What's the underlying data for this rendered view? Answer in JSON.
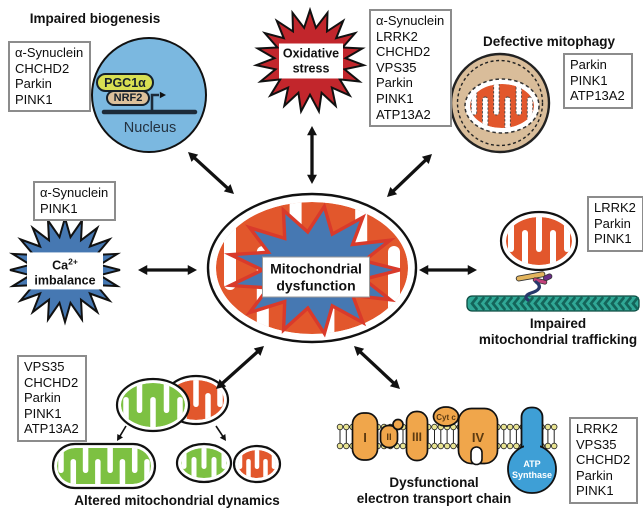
{
  "colors": {
    "mito_orange": "#E2572C",
    "mito_green": "#7DC142",
    "nucleus_blue": "#7BB8E0",
    "star_blue": "#4678B2",
    "star_red": "#C2262C",
    "center_burst_outline": "#D93A2B",
    "autophagosome_tan": "#D9BD9A",
    "etc_orange": "#F0A64B",
    "membrane_yellow": "#E9E492",
    "atp_blue": "#3E9FD6",
    "microtubule_light": "#30A896",
    "microtubule_dark": "#14655A",
    "pgc_pill": "#D8DF52",
    "nrf_pill": "#DCC09A",
    "motor_rod": "#E3B55E",
    "motor_magenta": "#C2417B",
    "motor_purple": "#6B2E86",
    "motor_navy": "#27386B",
    "dna_line": "#1C2A38",
    "arrow_black": "#111111"
  },
  "center": {
    "label_line1": "Mitochondrial",
    "label_line2": "dysfunction"
  },
  "sections": {
    "biogenesis": {
      "title": "Impaired biogenesis",
      "genes": [
        "α-Synuclein",
        "CHCHD2",
        "Parkin",
        "PINK1"
      ],
      "nucleus_label": "Nucleus",
      "pgc1a_label": "PGC1α",
      "nrf2_label": "NRF2"
    },
    "oxidative_stress": {
      "label_line1": "Oxidative",
      "label_line2": "stress",
      "genes": [
        "α-Synuclein",
        "LRRK2",
        "CHCHD2",
        "VPS35",
        "Parkin",
        "PINK1",
        "ATP13A2"
      ]
    },
    "mitophagy": {
      "title": "Defective mitophagy",
      "genes": [
        "Parkin",
        "PINK1",
        "ATP13A2"
      ]
    },
    "calcium": {
      "label_main": "Ca",
      "label_sup": "2+",
      "label_line2": "imbalance",
      "genes": [
        "α-Synuclein",
        "PINK1"
      ]
    },
    "trafficking": {
      "title_line1": "Impaired",
      "title_line2": "mitochondrial trafficking",
      "genes": [
        "LRRK2",
        "Parkin",
        "PINK1"
      ]
    },
    "dynamics": {
      "title": "Altered mitochondrial dynamics",
      "genes": [
        "VPS35",
        "CHCHD2",
        "Parkin",
        "PINK1",
        "ATP13A2"
      ]
    },
    "etc": {
      "title_line1": "Dysfunctional",
      "title_line2": "electron transport chain",
      "genes": [
        "LRRK2",
        "VPS35",
        "CHCHD2",
        "Parkin",
        "PINK1"
      ],
      "complex_labels": [
        "I",
        "II",
        "III",
        "IV"
      ],
      "cytc_label": "Cyt c",
      "atp_line1": "ATP",
      "atp_line2": "Synthase"
    }
  }
}
